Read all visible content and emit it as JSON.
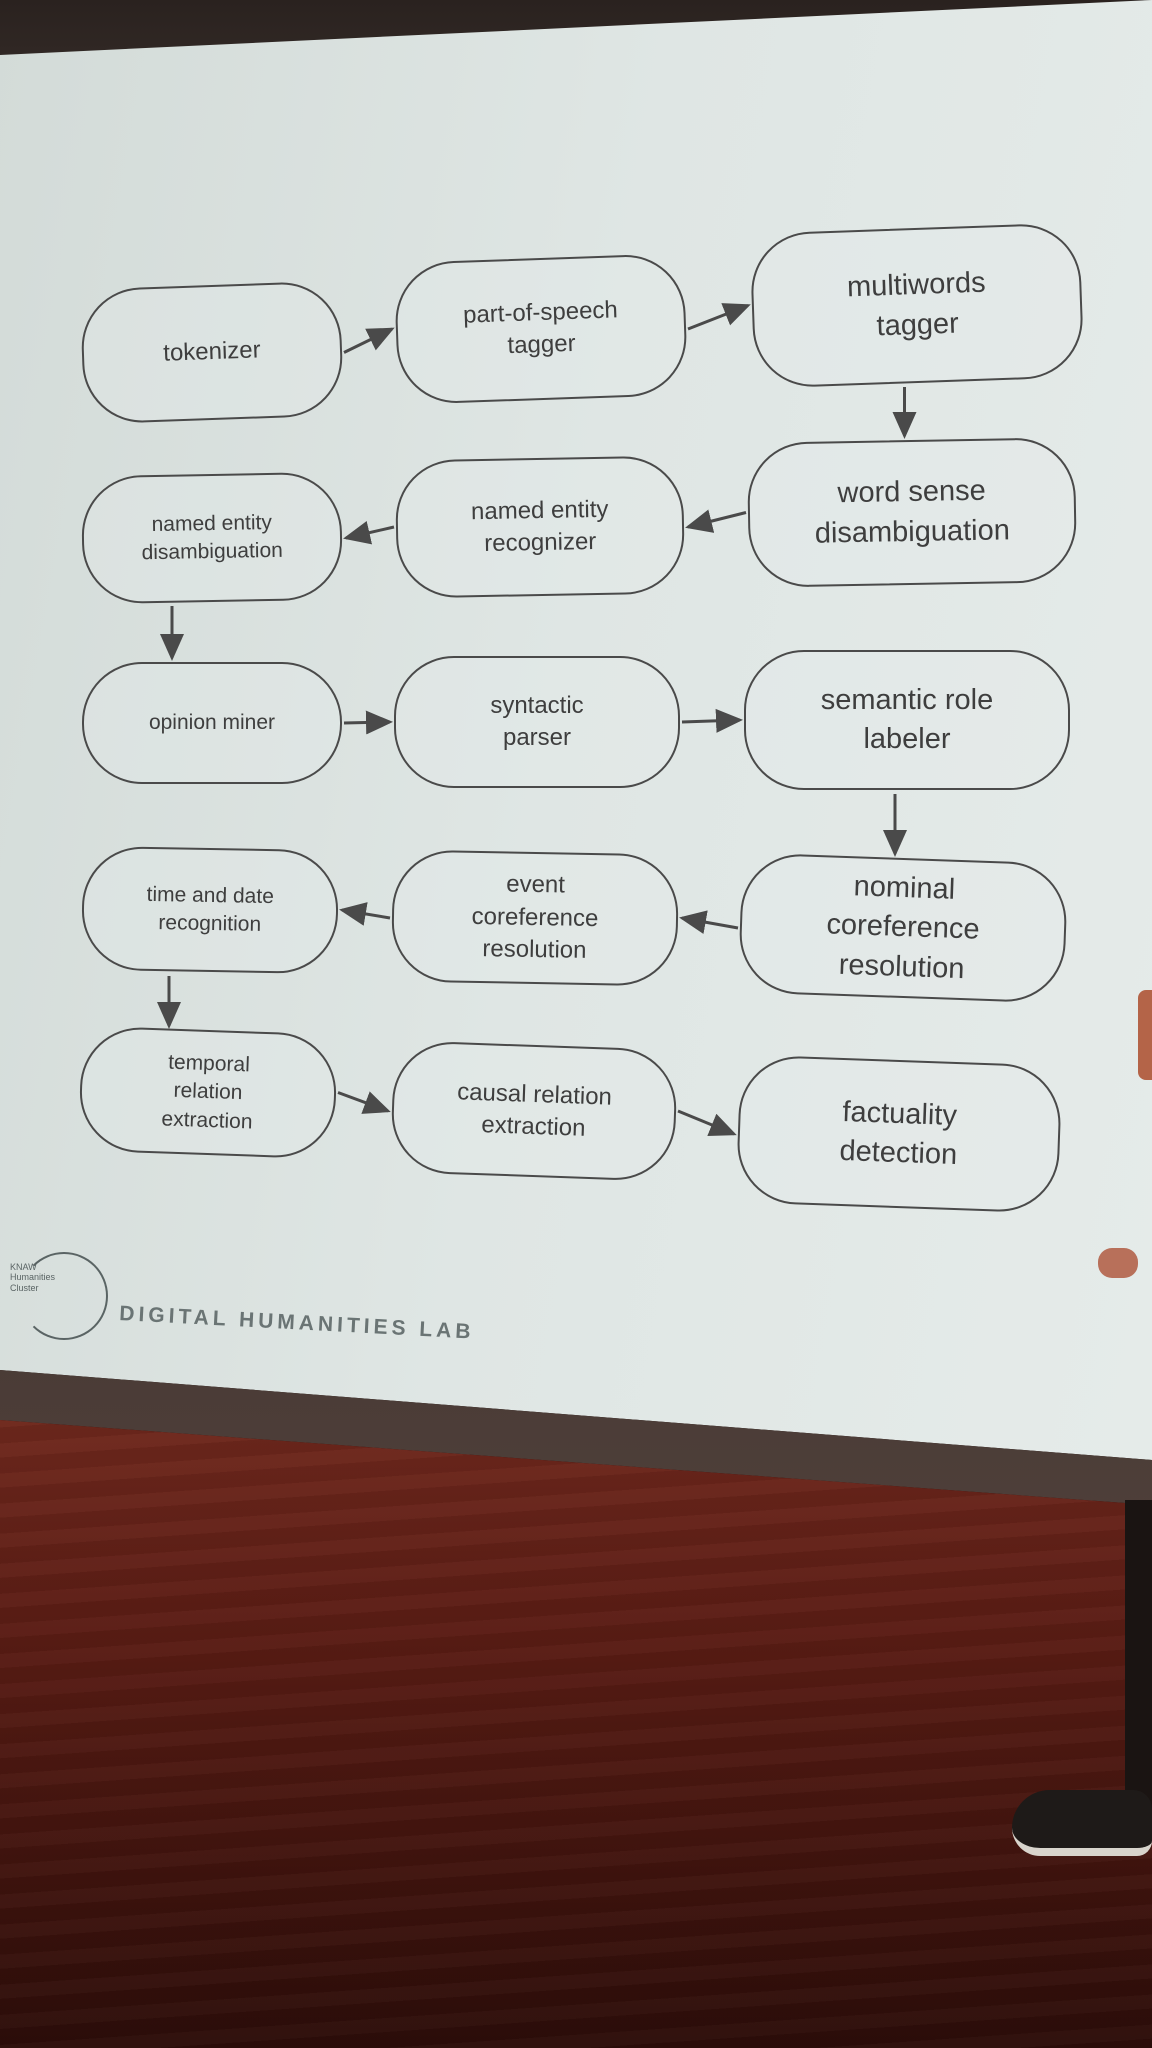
{
  "diagram": {
    "nodes": [
      {
        "id": "tokenizer",
        "label": "tokenizer"
      },
      {
        "id": "pos",
        "label": "part-of-speech\ntagger"
      },
      {
        "id": "multiwords",
        "label": "multiwords\ntagger"
      },
      {
        "id": "wsd",
        "label": "word sense\ndisambiguation"
      },
      {
        "id": "ner",
        "label": "named entity\nrecognizer"
      },
      {
        "id": "ned",
        "label": "named entity\ndisambiguation"
      },
      {
        "id": "opinion",
        "label": "opinion miner"
      },
      {
        "id": "syntactic",
        "label": "syntactic\nparser"
      },
      {
        "id": "srl",
        "label": "semantic role\nlabeler"
      },
      {
        "id": "nominal",
        "label": "nominal\ncoreference\nresolution"
      },
      {
        "id": "event",
        "label": "event\ncoreference\nresolution"
      },
      {
        "id": "timedate",
        "label": "time and date\nrecognition"
      },
      {
        "id": "temporal",
        "label": "temporal\nrelation\nextraction"
      },
      {
        "id": "causal",
        "label": "causal relation\nextraction"
      },
      {
        "id": "factuality",
        "label": "factuality\ndetection"
      }
    ],
    "edges": [
      [
        "tokenizer",
        "pos"
      ],
      [
        "pos",
        "multiwords"
      ],
      [
        "multiwords",
        "wsd"
      ],
      [
        "wsd",
        "ner"
      ],
      [
        "ner",
        "ned"
      ],
      [
        "ned",
        "opinion"
      ],
      [
        "opinion",
        "syntactic"
      ],
      [
        "syntactic",
        "srl"
      ],
      [
        "srl",
        "nominal"
      ],
      [
        "nominal",
        "event"
      ],
      [
        "event",
        "timedate"
      ],
      [
        "timedate",
        "temporal"
      ],
      [
        "temporal",
        "causal"
      ],
      [
        "causal",
        "factuality"
      ]
    ]
  },
  "footer": {
    "logo_text": "KNAW Humanities Cluster",
    "lab_name": "DIGITAL HUMANITIES LAB"
  },
  "colors": {
    "screen": "#dfe6e4",
    "stroke": "#4a4a4a",
    "stage_floor": "#8b3828"
  }
}
